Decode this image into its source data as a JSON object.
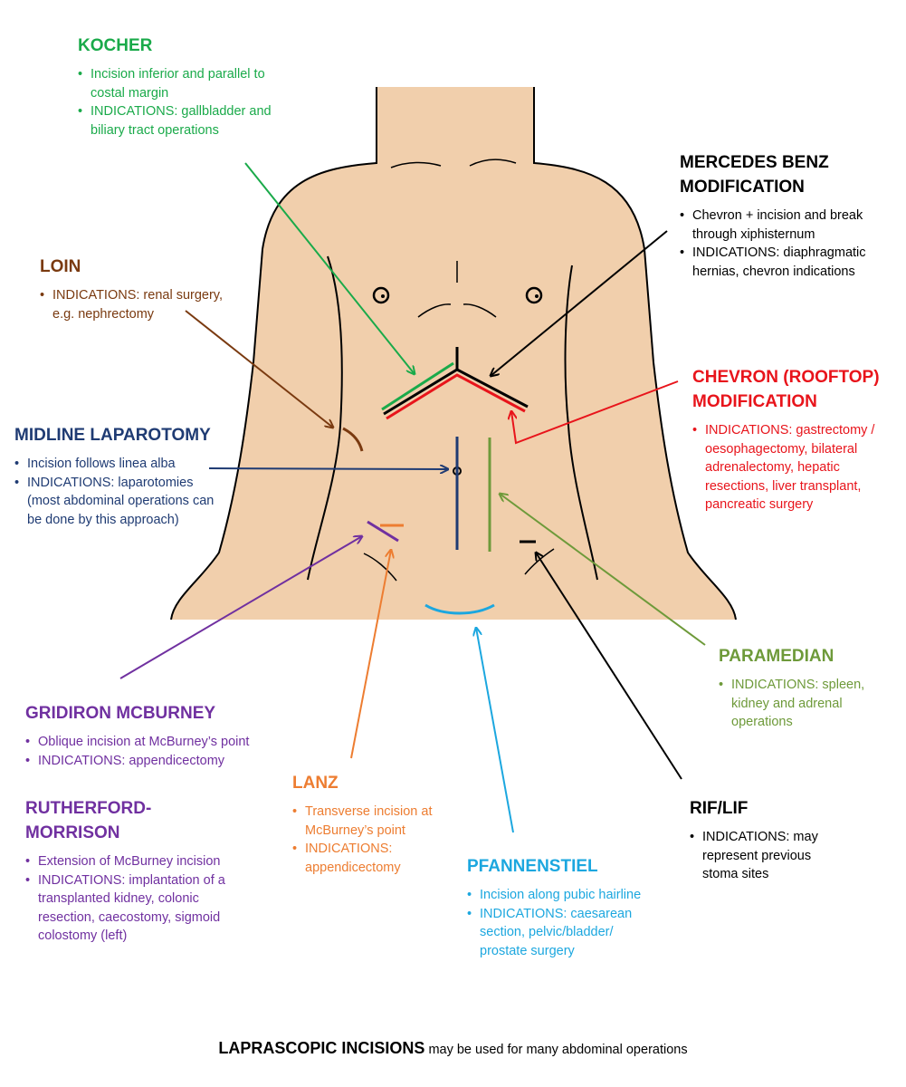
{
  "colors": {
    "skin": "#f1cfac",
    "outline": "#000000",
    "kocher": "#1aaa4a",
    "mercedes": "#000000",
    "loin": "#7a3a10",
    "chevron": "#e8141b",
    "midline": "#1f3b73",
    "paramedian": "#6e9a3a",
    "gridiron": "#7030a0",
    "lanz": "#ed7d31",
    "pfannenstiel": "#1ca7df",
    "riflif": "#000000"
  },
  "blocks": {
    "kocher": {
      "title": "KOCHER",
      "items": [
        "Incision inferior and parallel to costal margin",
        "INDICATIONS: gallbladder and biliary tract operations"
      ]
    },
    "mercedes": {
      "title": "MERCEDES BENZ MODIFICATION",
      "items": [
        "Chevron + incision and break through xiphisternum",
        "INDICATIONS: diaphragmatic hernias, chevron indications"
      ]
    },
    "loin": {
      "title": "LOIN",
      "items": [
        "INDICATIONS: renal surgery, e.g. nephrectomy"
      ]
    },
    "chevron": {
      "title": "CHEVRON (ROOFTOP) MODIFICATION",
      "items": [
        "INDICATIONS: gastrectomy / oesophagectomy, bilateral adrenalectomy, hepatic resections, liver transplant, pancreatic surgery"
      ]
    },
    "midline": {
      "title": "MIDLINE LAPAROTOMY",
      "items": [
        "Incision follows linea alba",
        "INDICATIONS: laparotomies (most abdominal operations can be done by this approach)"
      ]
    },
    "paramedian": {
      "title": "PARAMEDIAN",
      "items": [
        "INDICATIONS: spleen, kidney and adrenal operations"
      ]
    },
    "gridiron": {
      "title": "GRIDIRON MCBURNEY",
      "items": [
        "Oblique incision at McBurney’s point",
        "INDICATIONS: appendicectomy"
      ]
    },
    "rutherford": {
      "title": "RUTHERFORD-MORRISON",
      "items": [
        "Extension of McBurney incision",
        "INDICATIONS: implantation of a transplanted kidney, colonic resection, caecostomy, sigmoid colostomy (left)"
      ]
    },
    "lanz": {
      "title": "LANZ",
      "items": [
        "Transverse incision at McBurney’s point",
        "INDICATIONS: appendicectomy"
      ]
    },
    "pfannenstiel": {
      "title": "PFANNENSTIEL",
      "items": [
        "Incision along pubic hairline",
        "INDICATIONS: caesarean section, pelvic/bladder/ prostate surgery"
      ]
    },
    "riflif": {
      "title": "RIF/LIF",
      "items": [
        "INDICATIONS: may represent previous stoma sites"
      ]
    }
  },
  "footer": {
    "bold": "LAPRASCOPIC INCISIONS",
    "rest": " may be used for many abdominal operations"
  }
}
